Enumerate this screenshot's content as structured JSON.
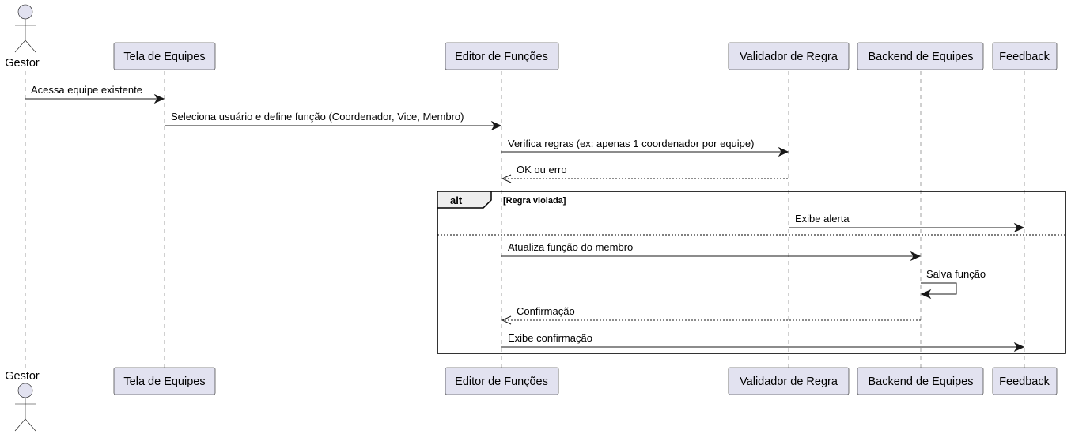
{
  "participants": {
    "gestor": {
      "label": "Gestor"
    },
    "tela": {
      "label": "Tela de Equipes"
    },
    "editor": {
      "label": "Editor de Funções"
    },
    "validador": {
      "label": "Validador de Regra"
    },
    "backend": {
      "label": "Backend de Equipes"
    },
    "feedback": {
      "label": "Feedback"
    }
  },
  "messages": [
    {
      "label": "Acessa equipe existente",
      "from": "gestor",
      "to": "tela",
      "style": "solid"
    },
    {
      "label": "Seleciona usuário e define função (Coordenador, Vice, Membro)",
      "from": "tela",
      "to": "editor",
      "style": "solid"
    },
    {
      "label": "Verifica regras (ex: apenas 1 coordenador por equipe)",
      "from": "editor",
      "to": "validador",
      "style": "solid"
    },
    {
      "label": "OK ou erro",
      "from": "validador",
      "to": "editor",
      "style": "dashed"
    },
    {
      "label": "Exibe alerta",
      "from": "validador",
      "to": "feedback",
      "style": "solid"
    },
    {
      "label": "Atualiza função do membro",
      "from": "editor",
      "to": "backend",
      "style": "solid"
    },
    {
      "label": "Salva função",
      "from": "backend",
      "to": "backend",
      "style": "self"
    },
    {
      "label": "Confirmação",
      "from": "backend",
      "to": "editor",
      "style": "dashed"
    },
    {
      "label": "Exibe confirmação",
      "from": "editor",
      "to": "feedback",
      "style": "solid"
    }
  ],
  "alt_frame": {
    "operator": "alt",
    "guard": "[Regra violada]"
  },
  "colors": {
    "participant_fill": "#E2E2F0",
    "line": "#181818",
    "lifeline": "#A0A0A0"
  }
}
